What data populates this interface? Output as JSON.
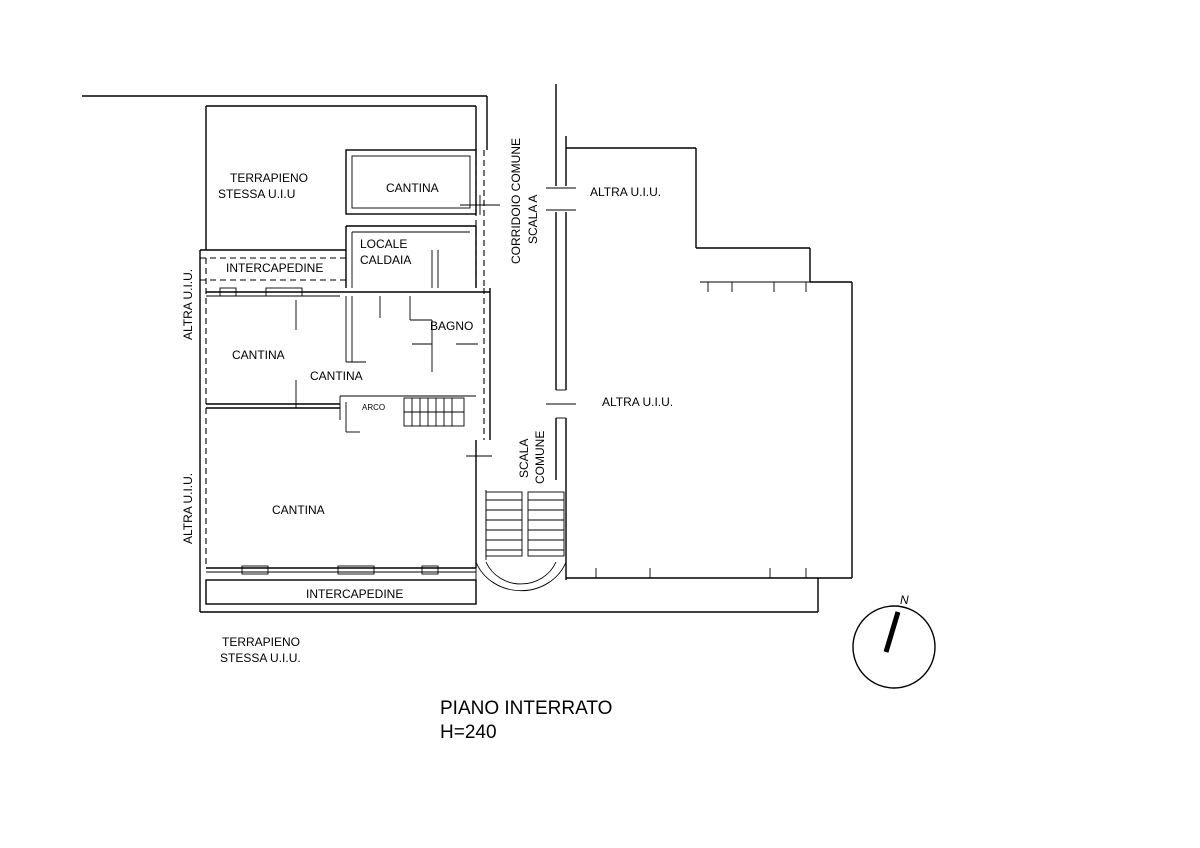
{
  "plan": {
    "title": "PIANO INTERRATO",
    "height_note": "H=240",
    "north_letter": "N"
  },
  "rooms": {
    "terrapieno_top_1": "TERRAPIENO",
    "terrapieno_top_2": "STESSA U.I.U",
    "cantina_top": "CANTINA",
    "locale_caldaia_1": "LOCALE",
    "locale_caldaia_2": "CALDAIA",
    "intercapedine_top": "INTERCAPEDINE",
    "bagno": "BAGNO",
    "cantina_left": "CANTINA",
    "cantina_middle": "CANTINA",
    "arco": "ARCO",
    "cantina_large": "CANTINA",
    "intercapedine_bottom": "INTERCAPEDINE",
    "terrapieno_bottom_1": "TERRAPIENO",
    "terrapieno_bottom_2": "STESSA U.I.U.",
    "corridoio_1": "CORRIDOIO COMUNE",
    "corridoio_2": "SCALA A",
    "scala_comune_1": "SCALA",
    "scala_comune_2": "COMUNE",
    "altra_uiu_top_right": "ALTRA U.I.U.",
    "altra_uiu_mid_right": "ALTRA U.I.U.",
    "altra_uiu_left_top": "ALTRA U.I.U.",
    "altra_uiu_left_bottom": "ALTRA U.I.U."
  }
}
